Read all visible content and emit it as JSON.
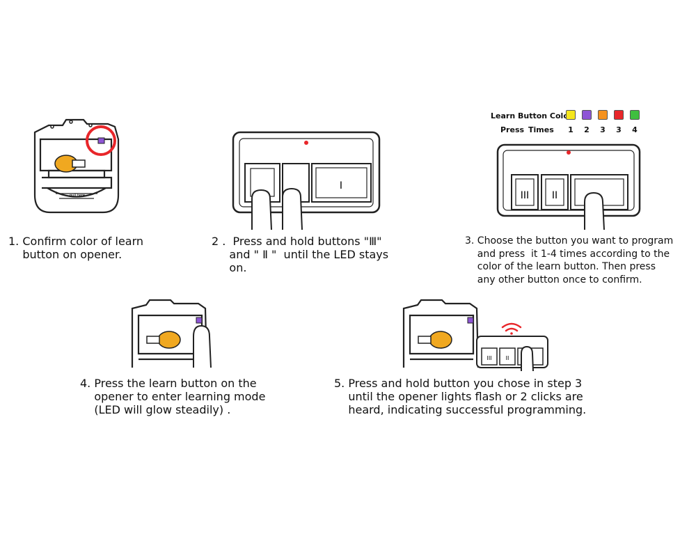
{
  "steps": [
    {
      "lines": [
        "1. Confirm color of learn",
        "    button on opener."
      ]
    },
    {
      "lines": [
        "2 .  Press and hold buttons \"Ⅲ\"",
        "     and \" Ⅱ \"  until the LED stays",
        "     on."
      ]
    },
    {
      "lines": [
        "3. Choose the button you want to program",
        "    and press  it 1-4 times according to the",
        "    color of the learn button. Then press",
        "    any other button once to confirm."
      ]
    },
    {
      "lines": [
        "4. Press the learn button on the",
        "    opener to enter learning mode",
        "    (LED will glow steadily) ."
      ]
    },
    {
      "lines": [
        "5. Press and hold button you chose in step 3",
        "    until the opener lights flash or 2 clicks are",
        "    heard, indicating successful programming."
      ]
    }
  ],
  "legend": {
    "title": "Learn Button Color",
    "press_label": "Press",
    "times_label": "Times",
    "items": [
      {
        "color": "#f5e61c",
        "times": "1"
      },
      {
        "color": "#8e55d6",
        "times": "2"
      },
      {
        "color": "#f5921e",
        "times": "3"
      },
      {
        "color": "#e8262a",
        "times": "3"
      },
      {
        "color": "#3fbf3f",
        "times": "4"
      }
    ]
  },
  "remote_labels": {
    "button_3": "Ⅲ",
    "button_2": "Ⅱ",
    "button_1": "Ⅰ",
    "button_3_small": "III",
    "button_2_small": "II"
  },
  "opener_text": "pull here",
  "colors": {
    "led": "#e8262a",
    "highlight_ring": "#e8262a",
    "bulb": "#f0a820",
    "learn_button": "#8e55d6",
    "wifi": "#e8262a"
  }
}
